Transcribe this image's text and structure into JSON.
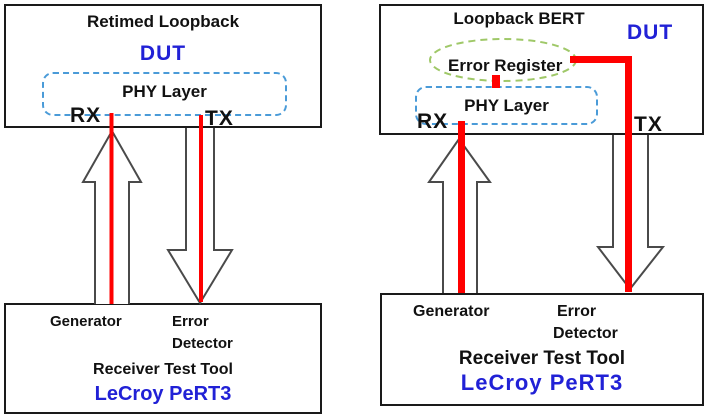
{
  "left": {
    "dut_box": {
      "title": "Retimed Loopback",
      "dut": "DUT",
      "phy": "PHY Layer",
      "rx": "RX",
      "tx": "TX"
    },
    "tester_box": {
      "generator": "Generator",
      "error_line1": "Error",
      "error_line2": "Detector",
      "tool": "Receiver Test Tool",
      "brand": "LeCroy PeRT3"
    }
  },
  "right": {
    "dut_box": {
      "title": "Loopback BERT",
      "dut": "DUT",
      "error_register": "Error Register",
      "phy": "PHY Layer",
      "rx": "RX",
      "tx": "TX"
    },
    "tester_box": {
      "generator": "Generator",
      "error_line1": "Error",
      "error_line2": "Detector",
      "tool": "Receiver Test Tool",
      "brand": "LeCroy PeRT3"
    }
  },
  "colors": {
    "signal_red": "#ff0000",
    "brand_blue": "#2121d6",
    "phy_dash_blue": "#4a9bd8",
    "register_dash_green": "#9fc868",
    "arrow_outline_gray": "#4a4a4a"
  }
}
